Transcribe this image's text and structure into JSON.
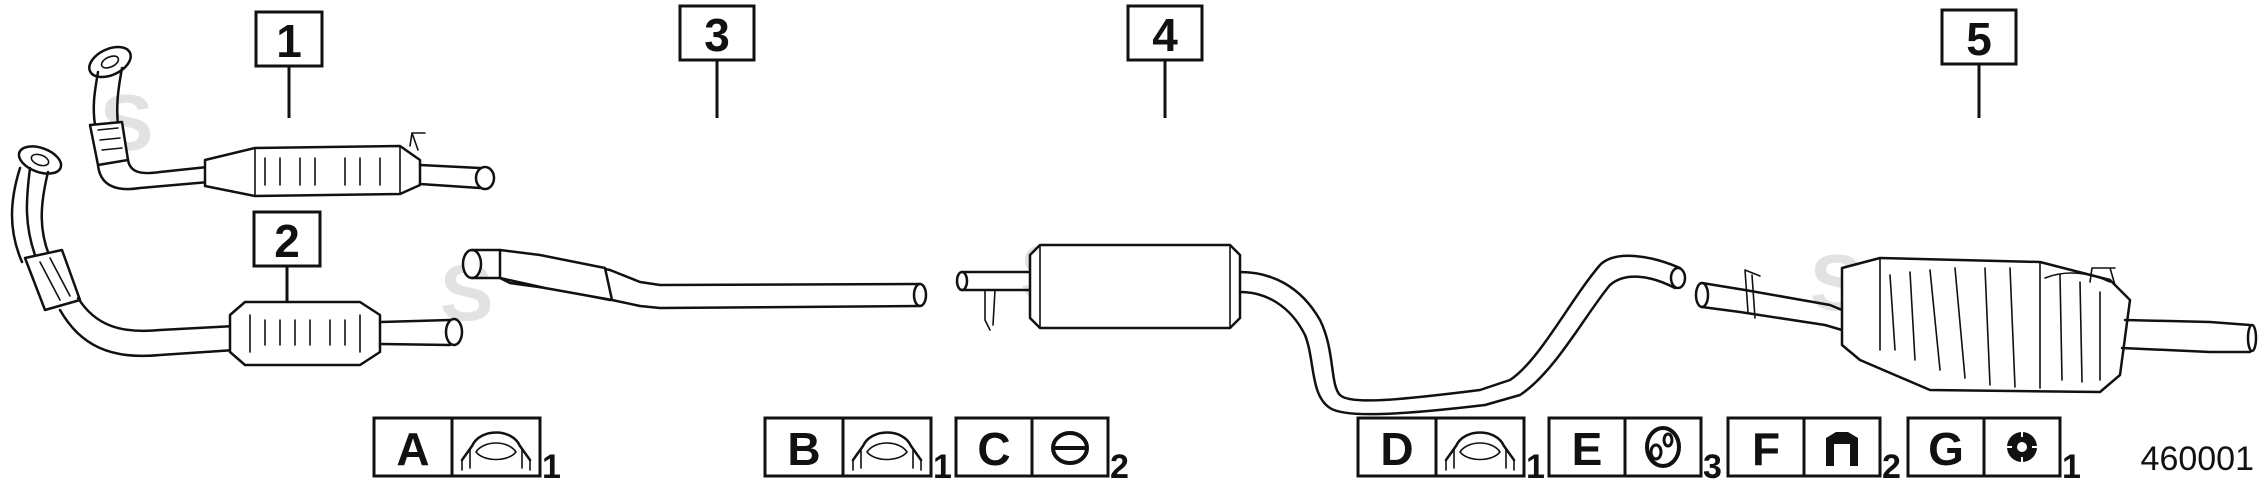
{
  "parts": [
    {
      "number": "1"
    },
    {
      "number": "2"
    },
    {
      "number": "3"
    },
    {
      "number": "4"
    },
    {
      "number": "5"
    }
  ],
  "fittings": [
    {
      "letter": "A",
      "icon": "clamp-icon",
      "qty": "1"
    },
    {
      "letter": "B",
      "icon": "clamp-icon",
      "qty": "1"
    },
    {
      "letter": "C",
      "icon": "gasket-ring-icon",
      "qty": "2"
    },
    {
      "letter": "D",
      "icon": "clamp-icon",
      "qty": "1"
    },
    {
      "letter": "E",
      "icon": "rubber-hanger-icon",
      "qty": "3"
    },
    {
      "letter": "F",
      "icon": "bracket-clip-icon",
      "qty": "2"
    },
    {
      "letter": "G",
      "icon": "nut-icon",
      "qty": "1"
    }
  ],
  "diagram_id": "460001",
  "colors": {
    "line": "#111111",
    "background": "#ffffff",
    "watermark": "#e2e2e2"
  }
}
